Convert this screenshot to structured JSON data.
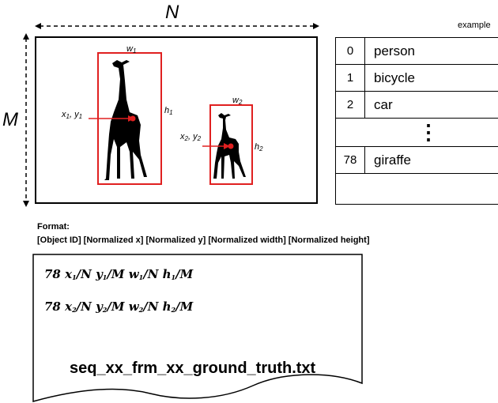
{
  "dimensions": {
    "width_label": "N",
    "height_label": "M"
  },
  "image_frame": {
    "objects": [
      {
        "w_label": "w",
        "w_sub": "1",
        "h_label": "h",
        "h_sub": "1",
        "xy_label": "x",
        "xy_sub1": "1",
        "y_label": "y",
        "xy_sub2": "1"
      },
      {
        "w_label": "w",
        "w_sub": "2",
        "h_label": "h",
        "h_sub": "2",
        "xy_label": "x",
        "xy_sub1": "2",
        "y_label": "y",
        "xy_sub2": "2"
      }
    ],
    "box_color": "#e02020",
    "center_color": "#e02020"
  },
  "class_table": {
    "header": "example",
    "rows": [
      {
        "id": "0",
        "name": "person"
      },
      {
        "id": "1",
        "name": "bicycle"
      },
      {
        "id": "2",
        "name": "car"
      },
      {
        "id": "78",
        "name": "giraffe"
      }
    ],
    "ellipsis": "⋮"
  },
  "format": {
    "title": "Format:",
    "spec": "[Object ID] [Normalized x] [Normalized y] [Normalized width] [Normalized height]"
  },
  "ground_truth_file": {
    "lines": [
      {
        "id": "78",
        "x": "x",
        "xs": "1",
        "y": "y",
        "ys": "1",
        "w": "w",
        "ws": "1",
        "h": "h",
        "hs": "1",
        "N": "N",
        "M": "M"
      },
      {
        "id": "78",
        "x": "x",
        "xs": "2",
        "y": "y",
        "ys": "2",
        "w": "w",
        "ws": "2",
        "h": "h",
        "hs": "2",
        "N": "N",
        "M": "M"
      }
    ],
    "filename": "seq_xx_frm_xx_ground_truth.txt"
  }
}
